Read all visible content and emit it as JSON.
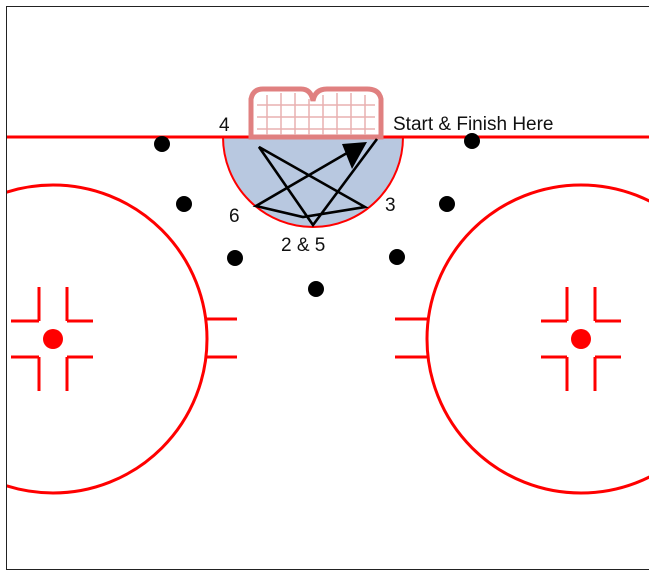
{
  "labels": {
    "start_finish": "Start & Finish Here",
    "p4": "4",
    "p6": "6",
    "p25": "2 & 5",
    "p3": "3"
  },
  "colors": {
    "line": "#ff0000",
    "crease": "#b8c8e0",
    "path": "#000000",
    "dot": "#000000",
    "net_outline": "#e08080"
  },
  "icons": {
    "net": "goal-net-icon",
    "arrow": "arrowhead-icon"
  }
}
